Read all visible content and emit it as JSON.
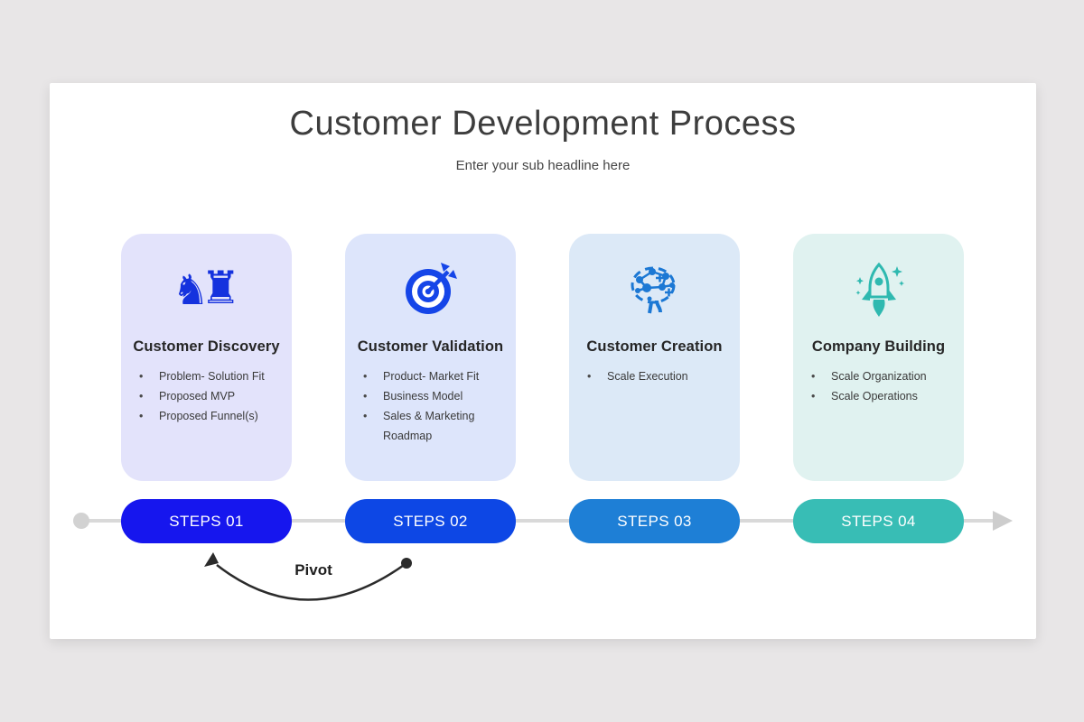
{
  "header": {
    "title": "Customer Development Process",
    "subtitle": "Enter your sub headline here"
  },
  "cards": [
    {
      "icon": "chess-strategy-icon",
      "bg": "#E3E3FB",
      "icon_color": "#1532DE",
      "title": "Customer Discovery",
      "bullets": [
        "Problem- Solution Fit",
        "Proposed MVP",
        "Proposed Funnel(s)"
      ]
    },
    {
      "icon": "target-arrow-icon",
      "bg": "#DDE5FB",
      "icon_color": "#1545E8",
      "title": "Customer Validation",
      "bullets": [
        "Product- Market Fit",
        "Business Model",
        "Sales & Marketing Roadmap"
      ]
    },
    {
      "icon": "brain-network-icon",
      "bg": "#DCE9F7",
      "icon_color": "#1C78D4",
      "title": "Customer Creation",
      "bullets": [
        "Scale Execution"
      ]
    },
    {
      "icon": "rocket-icon",
      "bg": "#E0F2F0",
      "icon_color": "#2FB9B0",
      "title": "Company Building",
      "bullets": [
        "Scale Organization",
        "Scale Operations"
      ]
    }
  ],
  "steps": [
    {
      "label": "STEPS 01",
      "color": "#1616EE"
    },
    {
      "label": "STEPS 02",
      "color": "#0D47E5"
    },
    {
      "label": "STEPS 03",
      "color": "#1E7FD6"
    },
    {
      "label": "STEPS 04",
      "color": "#38BDB5"
    }
  ],
  "timeline": {
    "pivot_label": "Pivot"
  },
  "colors": {
    "page_bg": "#E8E6E7",
    "slide_bg": "#FFFFFF",
    "connector_line": "#D9D9D9",
    "pivot_arrow": "#2B2B2B"
  }
}
